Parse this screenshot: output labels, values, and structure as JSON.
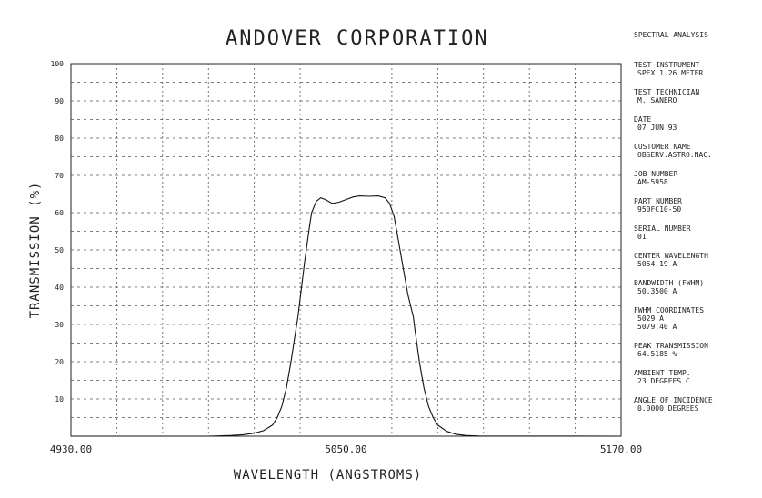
{
  "title": "ANDOVER CORPORATION",
  "sidebar": {
    "header": "SPECTRAL ANALYSIS",
    "items": [
      {
        "label": "TEST INSTRUMENT",
        "value": "SPEX 1.26 METER"
      },
      {
        "label": "TEST TECHNICIAN",
        "value": "M. SANERO"
      },
      {
        "label": "DATE",
        "value": "07 JUN 93"
      },
      {
        "label": "CUSTOMER NAME",
        "value": "OBSERV.ASTRO.NAC."
      },
      {
        "label": "JOB NUMBER",
        "value": "AM-5958"
      },
      {
        "label": "PART NUMBER",
        "value": "950FC10-50"
      },
      {
        "label": "SERIAL NUMBER",
        "value": "01"
      },
      {
        "label": "CENTER WAVELENGTH",
        "value": "5054.19 A"
      },
      {
        "label": "BANDWIDTH (FWHM)",
        "value": "50.3500 A"
      },
      {
        "label": "FWHM COORDINATES",
        "value": "5029 A",
        "value2": "5079.40 A"
      },
      {
        "label": "PEAK TRANSMISSION",
        "value": "64.5185 %"
      },
      {
        "label": "AMBIENT TEMP.",
        "value": "23 DEGREES C"
      },
      {
        "label": "ANGLE OF INCIDENCE",
        "value": "0.0000 DEGREES"
      }
    ]
  },
  "chart_data": {
    "type": "line",
    "title": "ANDOVER CORPORATION",
    "xlabel": "WAVELENGTH (ANGSTROMS)",
    "ylabel": "TRANSMISSION (%)",
    "xlim": [
      4930,
      5170
    ],
    "ylim": [
      0,
      100
    ],
    "x_tick_labels": [
      "4930.00",
      "5050.00",
      "5170.00"
    ],
    "y_ticks": [
      10,
      20,
      30,
      40,
      50,
      60,
      70,
      80,
      90,
      100
    ],
    "grid": true,
    "series": [
      {
        "x": [
          4930,
          4990,
          5000,
          5005,
          5010,
          5014,
          5018,
          5020,
          5022,
          5024,
          5026,
          5028,
          5029,
          5030,
          5032,
          5034,
          5035,
          5037,
          5039,
          5041,
          5044,
          5047,
          5050,
          5053,
          5056,
          5060,
          5064,
          5067,
          5069,
          5071,
          5073,
          5075,
          5077,
          5079,
          5079.4,
          5080,
          5082,
          5084,
          5086,
          5088,
          5090,
          5094,
          5098,
          5102,
          5108,
          5170
        ],
        "y": [
          0,
          0,
          0.2,
          0.4,
          0.8,
          1.5,
          3,
          5,
          8,
          13,
          20,
          28,
          32,
          37,
          47,
          56,
          60,
          63,
          64,
          63.5,
          62.5,
          62.8,
          63.5,
          64.2,
          64.5,
          64.4,
          64.5,
          64,
          62.5,
          59,
          52,
          45,
          38,
          33,
          32,
          29,
          20,
          13,
          8,
          5,
          3,
          1.3,
          0.5,
          0.2,
          0.05,
          0
        ]
      }
    ]
  }
}
